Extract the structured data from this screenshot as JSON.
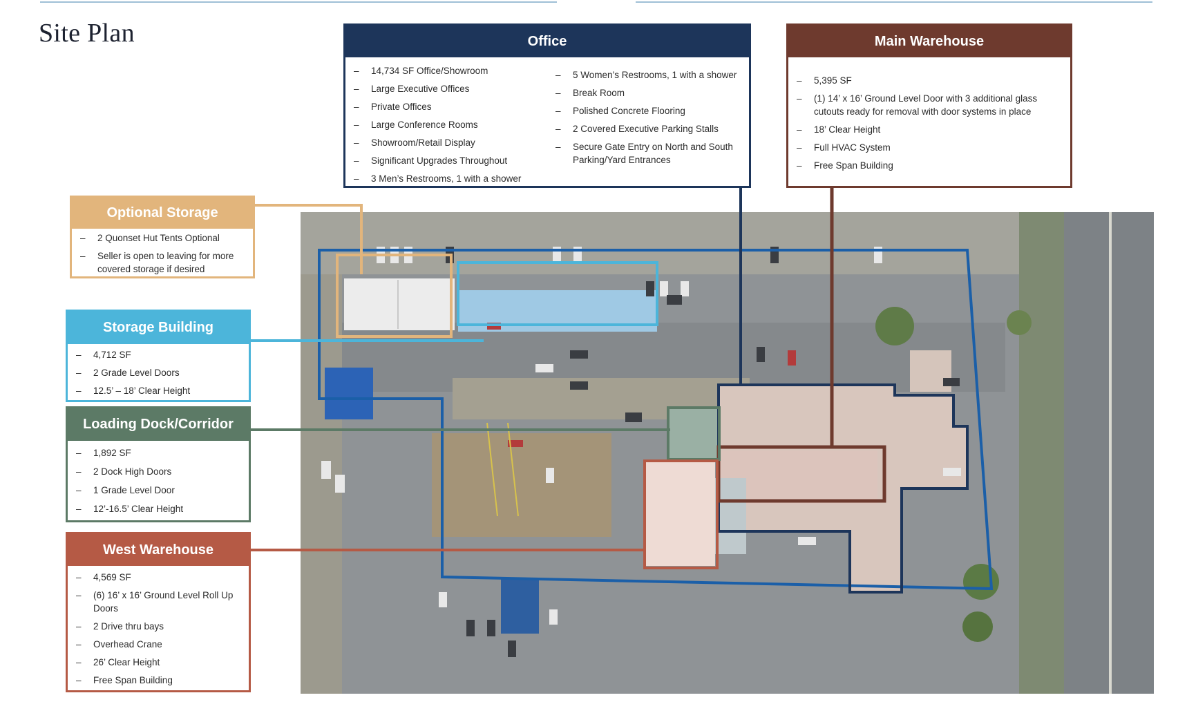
{
  "page": {
    "title": "Site Plan"
  },
  "colors": {
    "office": "#1d355a",
    "main_warehouse": "#6e3a2e",
    "optional_storage": "#e2b57c",
    "storage_building": "#4cb5da",
    "loading_dock": "#5c7a66",
    "west_warehouse": "#b55a45",
    "property_outline": "#1b5fa8"
  },
  "office": {
    "title": "Office",
    "left_items": [
      "14,734 SF Office/Showroom",
      "Large Executive Offices",
      "Private Offices",
      "Large Conference Rooms",
      "Showroom/Retail Display",
      "Significant Upgrades Throughout",
      "3 Men’s Restrooms, 1 with a shower"
    ],
    "right_items": [
      "5 Women’s Restrooms, 1 with a shower",
      "Break Room",
      "Polished Concrete Flooring",
      "2 Covered Executive Parking Stalls",
      "Secure Gate Entry on North and South Parking/Yard Entrances"
    ]
  },
  "main_warehouse": {
    "title": "Main Warehouse",
    "items": [
      "5,395 SF",
      "(1) 14’ x 16’ Ground Level Door with 3 additional glass cutouts ready for removal with door systems in place",
      "18’ Clear Height",
      "Full HVAC System",
      "Free Span Building"
    ]
  },
  "optional_storage": {
    "title": "Optional Storage",
    "items": [
      "2 Quonset Hut Tents Optional",
      "Seller is open to leaving for more covered storage if desired"
    ]
  },
  "storage_building": {
    "title": "Storage Building",
    "items": [
      "4,712 SF",
      "2 Grade Level Doors",
      "12.5’ – 18’ Clear Height"
    ]
  },
  "loading_dock": {
    "title": "Loading Dock/Corridor",
    "items": [
      "1,892 SF",
      "2 Dock High Doors",
      "1 Grade Level Door",
      "12’-16.5’ Clear Height"
    ]
  },
  "west_warehouse": {
    "title": "West Warehouse",
    "items": [
      "4,569 SF",
      "(6) 16’ x 16’ Ground Level Roll Up Doors",
      "2 Drive thru bays",
      "Overhead Crane",
      "26’ Clear Height",
      "Free Span Building"
    ]
  }
}
